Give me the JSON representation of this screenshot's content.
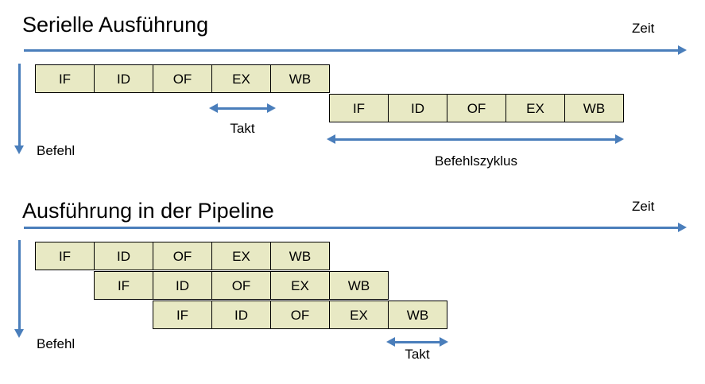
{
  "slide": {
    "background_color": "#ffffff",
    "box_fill_color": "#e8e9c4",
    "box_border_color": "#000000",
    "arrow_color": "#4a7ebb",
    "text_color": "#000000"
  },
  "serial": {
    "title": "Serielle Ausführung",
    "time_axis_label": "Zeit",
    "instruction_axis_label": "Befehl",
    "rows": [
      {
        "stages": [
          "IF",
          "ID",
          "OF",
          "EX",
          "WB"
        ]
      },
      {
        "stages": [
          "IF",
          "ID",
          "OF",
          "EX",
          "WB"
        ]
      }
    ],
    "clock_label": "Takt",
    "cycle_label": "Befehlszyklus"
  },
  "pipeline": {
    "title": "Ausführung in der Pipeline",
    "time_axis_label": "Zeit",
    "instruction_axis_label": "Befehl",
    "rows": [
      {
        "stages": [
          "IF",
          "ID",
          "OF",
          "EX",
          "WB"
        ]
      },
      {
        "stages": [
          "IF",
          "ID",
          "OF",
          "EX",
          "WB"
        ]
      },
      {
        "stages": [
          "IF",
          "ID",
          "OF",
          "EX",
          "WB"
        ]
      }
    ],
    "clock_label": "Takt"
  }
}
